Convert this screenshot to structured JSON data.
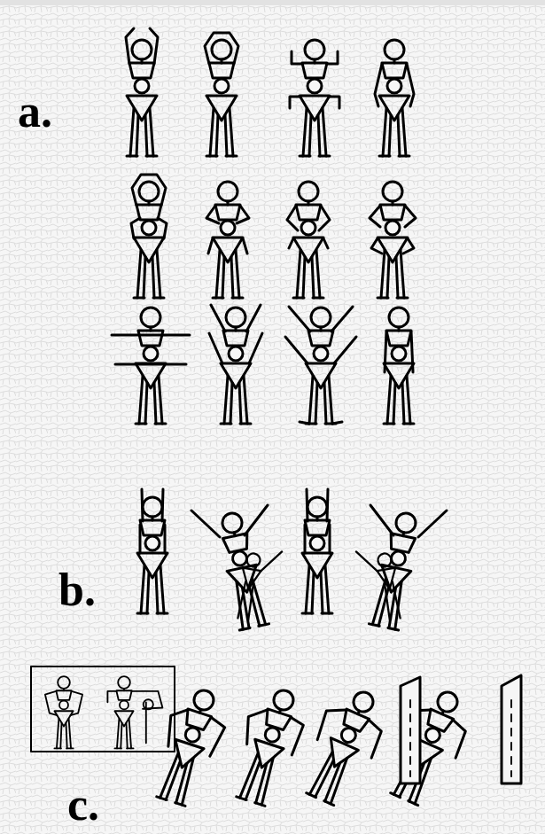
{
  "diagram": {
    "labels": [
      "a.",
      "b.",
      "c."
    ]
  }
}
